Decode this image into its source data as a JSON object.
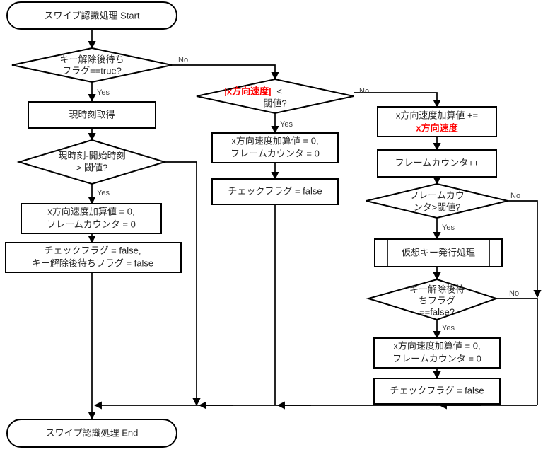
{
  "diagram": {
    "title_start": "スワイプ認識処理 Start",
    "title_end": "スワイプ認識処理 End",
    "accent_color": "#ff0000",
    "text_color": "#262626",
    "line_color": "#000000",
    "background": "#ffffff"
  },
  "nodes": {
    "start": {
      "label": "スワイプ認識処理 Start",
      "type": "terminator"
    },
    "d_key_release_wait": {
      "line1": "キー解除後待ち",
      "line2": "フラグ==true?",
      "type": "decision"
    },
    "p_get_current_time": {
      "label": "現時刻取得",
      "type": "process"
    },
    "d_time_diff": {
      "line1": "現時刻-開始時刻",
      "line2": "> 閾値?",
      "type": "decision"
    },
    "p_reset_left": {
      "line1": "x方向速度加算値 = 0,",
      "line2": "フレームカウンタ = 0",
      "type": "process"
    },
    "p_clear_flags_left": {
      "line1": "チェックフラグ = false,",
      "line2": "キー解除後待ちフラグ = false",
      "type": "process"
    },
    "d_speed_threshold": {
      "line1_accent": "|x方向速度|",
      "line1_rest": "<",
      "line2": "閾値?",
      "type": "decision"
    },
    "p_reset_mid": {
      "line1": "x方向速度加算値 = 0,",
      "line2": "フレームカウンタ = 0",
      "type": "process"
    },
    "p_checkflag_mid": {
      "label": "チェックフラグ = false",
      "type": "process"
    },
    "p_accumulate": {
      "line1": "x方向速度加算値 +=",
      "line2_accent": "x方向速度",
      "type": "process"
    },
    "p_frame_counter_inc": {
      "label": "フレームカウンタ++",
      "type": "process"
    },
    "d_frame_counter": {
      "line1": "フレームカウ",
      "line2": "ンタ>閾値?",
      "type": "decision"
    },
    "p_virtual_key": {
      "label": "仮想キー発行処理",
      "type": "predefined-process"
    },
    "d_key_release_false": {
      "line1": "キー解除後待",
      "line2": "ちフラグ",
      "line3": "==false?",
      "type": "decision"
    },
    "p_reset_right": {
      "line1": "x方向速度加算値 = 0,",
      "line2": "フレームカウンタ = 0",
      "type": "process"
    },
    "p_checkflag_right": {
      "label": "チェックフラグ = false",
      "type": "process"
    },
    "end": {
      "label": "スワイプ認識処理 End",
      "type": "terminator"
    }
  },
  "branch_labels": {
    "key_release_no": "No",
    "key_release_yes": "Yes",
    "time_diff_yes": "Yes",
    "speed_no": "No",
    "speed_yes": "Yes",
    "frame_counter_no": "No",
    "frame_counter_yes": "Yes",
    "key_false_no": "No",
    "key_false_yes": "Yes"
  }
}
